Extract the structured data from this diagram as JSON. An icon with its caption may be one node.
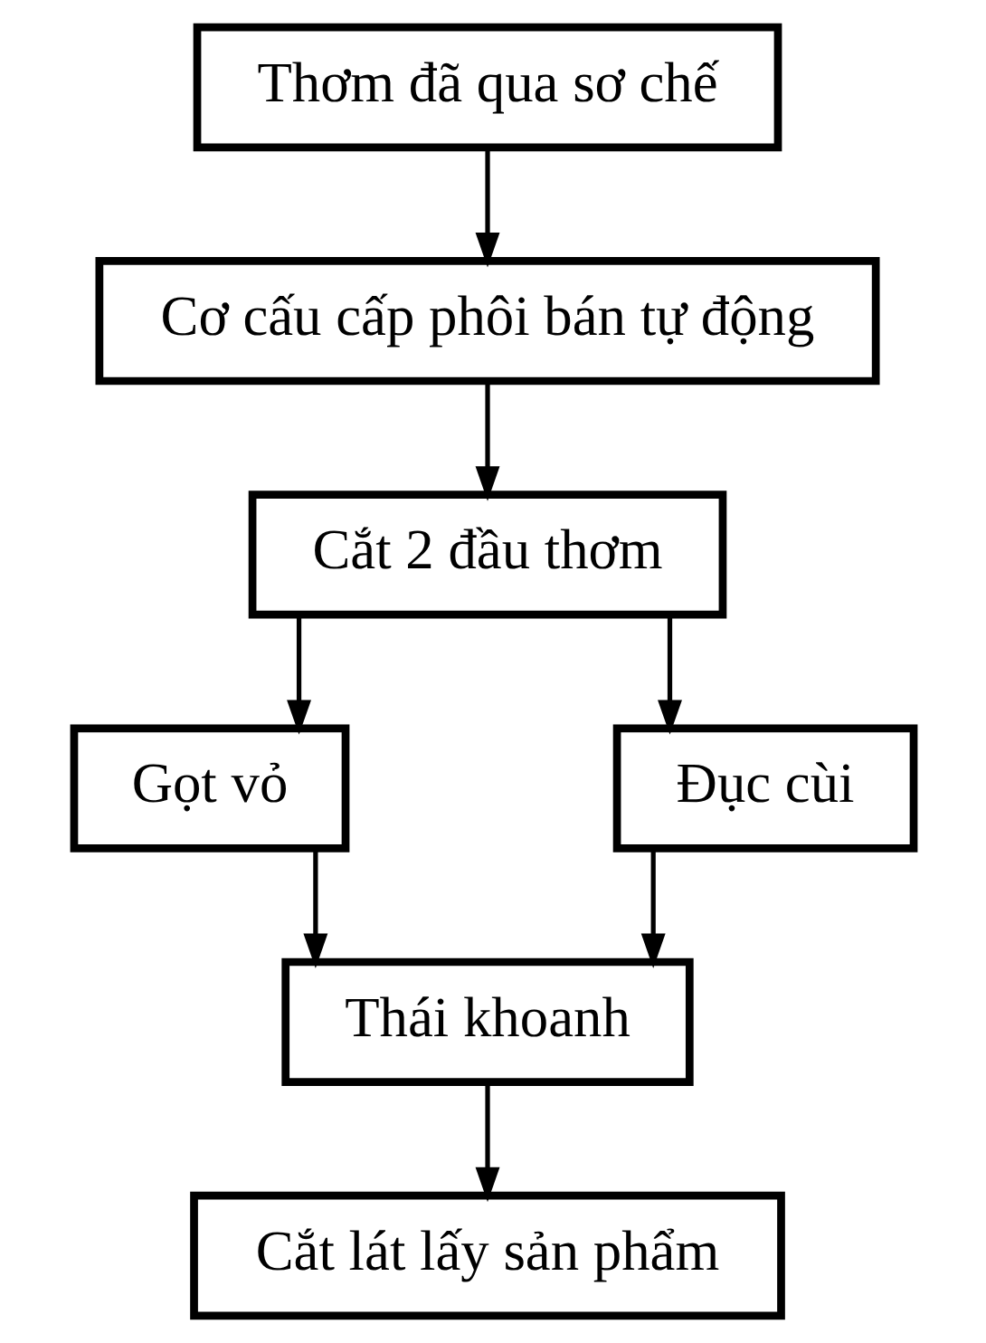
{
  "diagram": {
    "nodes": [
      {
        "text": [
          "Thơm đã qua sơ chế"
        ]
      },
      {
        "text": [
          "Cơ cấu cấp phôi bán tự động"
        ]
      },
      {
        "text": [
          "Cắt 2 đầu thơm"
        ]
      },
      {
        "text": [
          "Gọt vỏ"
        ]
      },
      {
        "text": [
          "Đục cùi"
        ]
      },
      {
        "text": [
          "Thái khoanh"
        ]
      },
      {
        "text": [
          "Cắt lát lấy sản phẩm"
        ]
      }
    ],
    "edges": [
      {
        "from": 0,
        "to": 1,
        "arrow": "to"
      },
      {
        "from": 1,
        "to": 2,
        "arrow": "to"
      },
      {
        "from": 2,
        "to": 3,
        "arrow": "to"
      },
      {
        "from": 2,
        "to": 4,
        "arrow": "to"
      },
      {
        "from": 3,
        "to": 5,
        "arrow": "to"
      },
      {
        "from": 4,
        "to": 5,
        "arrow": "to"
      },
      {
        "from": 5,
        "to": 6,
        "arrow": "to"
      }
    ]
  }
}
